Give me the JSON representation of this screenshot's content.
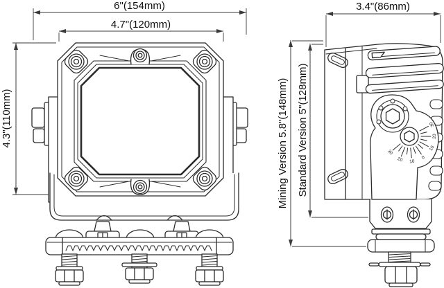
{
  "drawing": {
    "bg_color": "#ffffff",
    "line_color": "#2b2b2b",
    "dim_line_color": "#3a3a3a",
    "text_color": "#111111"
  },
  "dims": {
    "overall_width": "6\"(154mm)",
    "lens_width": "4.7\"(120mm)",
    "body_height": "4.3\"(110mm)",
    "depth": "3.4\"(86mm)",
    "mining_height": "Mining Version 5.8\"(148mm)",
    "standard_height": "Standard Version 5\"(128mm)"
  },
  "side_view": {
    "angle_scale": {
      "labels": [
        "30",
        "20",
        "10",
        "0",
        "10",
        "20",
        "30"
      ]
    }
  }
}
